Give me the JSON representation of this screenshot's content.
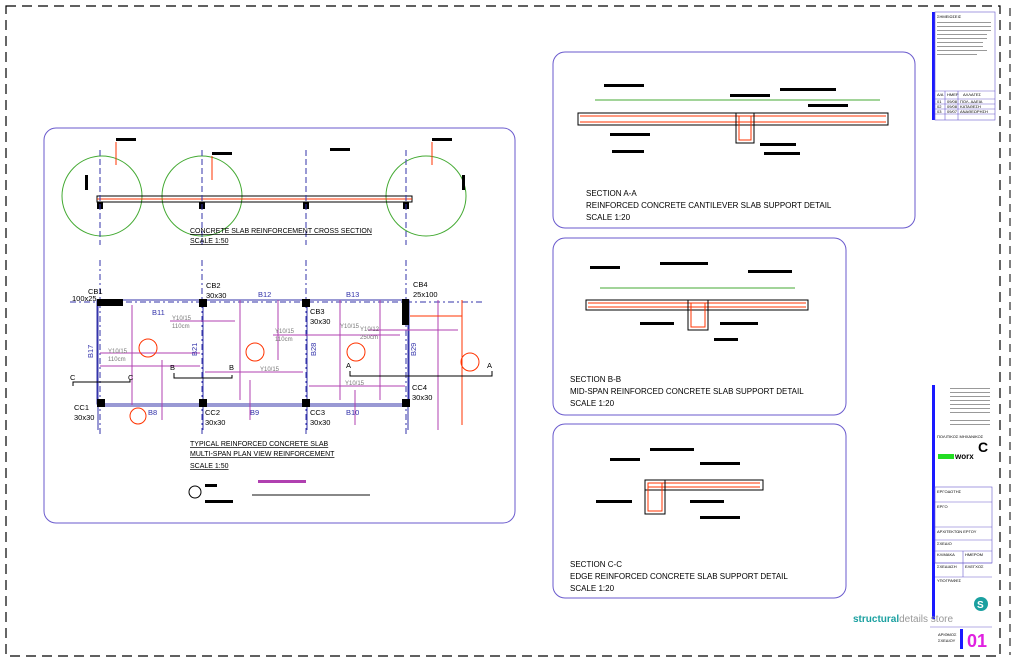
{
  "sheet": {
    "colors": {
      "grid_axis": "#3333aa",
      "rebar": "#b040b0",
      "section_line": "#ff3300",
      "panel_border": "#6a5acd",
      "circle": "#44aa33"
    },
    "plan": {
      "cross_section_title": "CONCRETE SLAB REINFORCEMENT CROSS SECTION",
      "cross_section_scale": "SCALE 1:50",
      "plan_title_1": "TYPICAL REINFORCED CONCRETE SLAB",
      "plan_title_2": "MULTI-SPAN PLAN VIEW REINFORCEMENT",
      "plan_scale": "SCALE 1:50",
      "columns": [
        {
          "id": "CB1",
          "size": "100x25"
        },
        {
          "id": "CB2",
          "size": "30x30"
        },
        {
          "id": "CB3",
          "size": "30x30"
        },
        {
          "id": "CB4",
          "size": "25x100"
        },
        {
          "id": "CC1",
          "size": "30x30"
        },
        {
          "id": "CC2",
          "size": "30x30"
        },
        {
          "id": "CC3",
          "size": "30x30"
        },
        {
          "id": "CC4",
          "size": "30x30"
        }
      ],
      "beams": [
        "B11",
        "B12",
        "B13",
        "B8",
        "B9",
        "B10",
        "B17",
        "B21",
        "B28",
        "B29"
      ],
      "rebar_labels": [
        "Y10/15",
        "110cm",
        "Y10/15",
        "110cm",
        "Y10/15",
        "110cm",
        "Y10/12",
        "250cm",
        "Y10/15",
        "Y10/15",
        "Y10/15"
      ],
      "section_markers": [
        "A",
        "A",
        "B",
        "B",
        "C",
        "C"
      ]
    },
    "sections": [
      {
        "name": "SECTION A-A",
        "desc": "REINFORCED CONCRETE CANTILEVER SLAB SUPPORT DETAIL",
        "scale": "SCALE 1:20"
      },
      {
        "name": "SECTION B-B",
        "desc": "MID-SPAN REINFORCED CONCRETE SLAB SUPPORT DETAIL",
        "scale": "SCALE 1:20"
      },
      {
        "name": "SECTION C-C",
        "desc": "EDGE REINFORCED CONCRETE SLAB SUPPORT DETAIL",
        "scale": "SCALE 1:20"
      }
    ],
    "title_block": {
      "notes_header": "ΣΗΜΕΙΩΣΕΙΣ",
      "rev_headers": [
        "Α/Α",
        "ΗΜΕΡ",
        "ΑΛΛΑΓΕΣ"
      ],
      "revisions": [
        [
          "01",
          "09/08",
          "ΠΟΛ. ΑΔΕΙΑ"
        ],
        [
          "02",
          "09/08",
          "ΚΑΤΑΘΕΣΗ"
        ],
        [
          "03",
          "09/07",
          "ΑΝΑΘΕΩΡΗΣΗ"
        ]
      ],
      "designer_label": "ΠΟΛΙΤΙΚΟΣ ΜΗΧΑΝΙΚΟΣ",
      "logo": "worx",
      "client_label": "ΕΡΓΟΔΟΤΗΣ",
      "project_label": "ΕΡΓΟ",
      "architect_label": "ΑΡΧΙΤΕΚΤΩΝ ΕΡΓΟΥ",
      "drawing_label": "ΣΧΕΔΙΟ",
      "scale_label": "ΚΛΙΜΑΚΑ",
      "date_label": "ΗΜΕΡΟΜ",
      "drawn_label": "ΣΧΕΔΙΑΣΗ",
      "checked_label": "ΕΛΕΓΧΟΣ",
      "signatures_label": "ΥΠΟΓΡΑΦΕΣ",
      "brand_1": "structural",
      "brand_2": "details store",
      "sheet_no_label_1": "ΑΡΙΘΜΟΣ",
      "sheet_no_label_2": "ΣΧΕΔΙΟΥ",
      "sheet_no": "01"
    }
  }
}
